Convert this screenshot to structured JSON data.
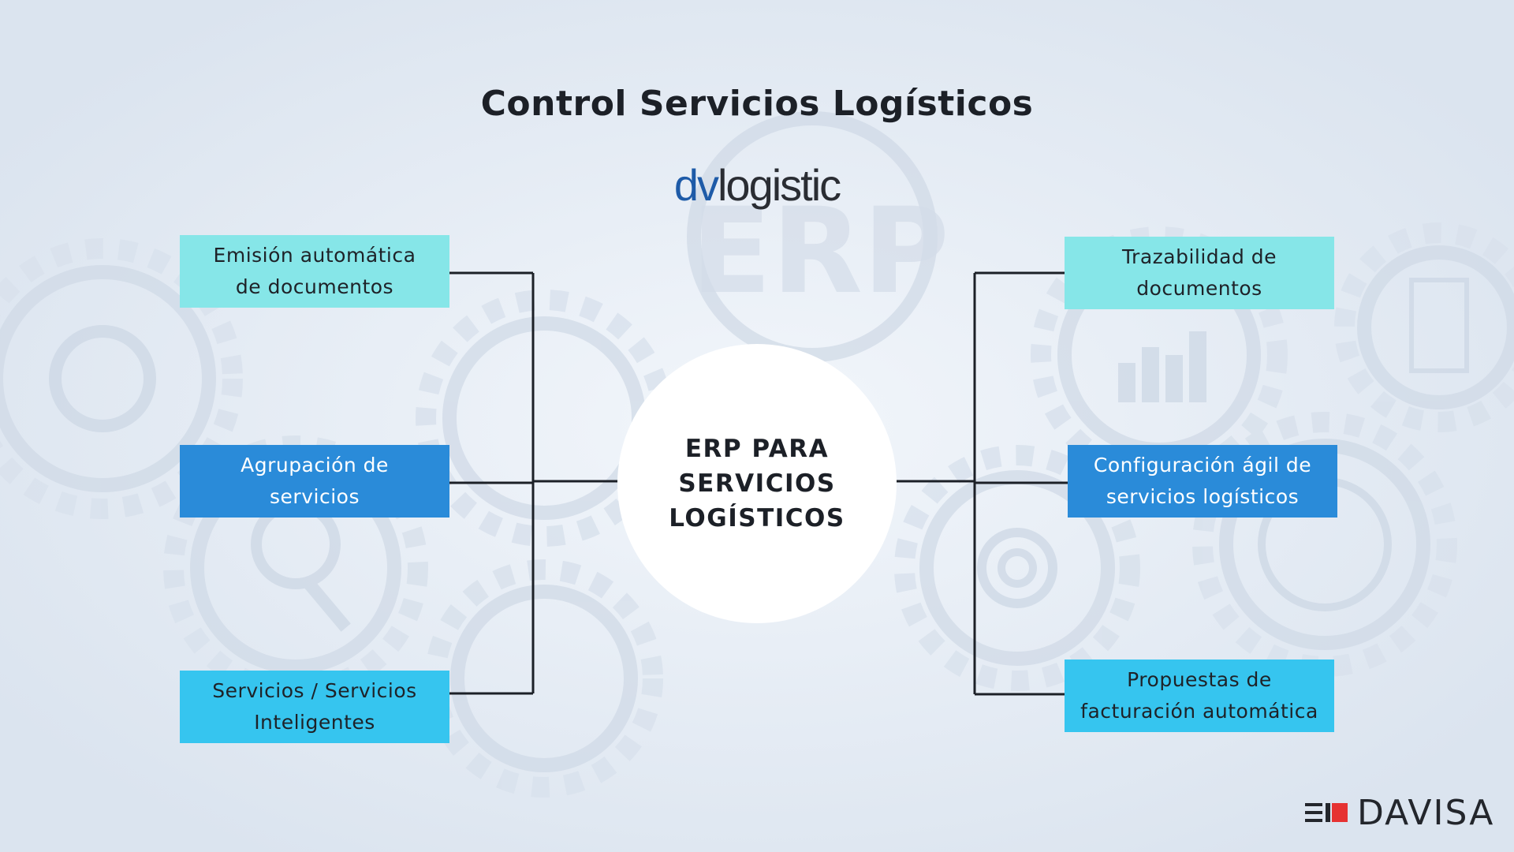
{
  "title": "Control Servicios Logísticos",
  "brand": {
    "dv": "dv",
    "logistic": "logistic"
  },
  "center": {
    "line1": "ERP PARA",
    "line2": "SERVICIOS",
    "line3": "LOGÍSTICOS"
  },
  "left_nodes": [
    {
      "line1": "Emisión automática",
      "line2": "de documentos",
      "color": "#86e6e8"
    },
    {
      "line1": "Agrupación de",
      "line2": "servicios",
      "color": "#2a8bd9"
    },
    {
      "line1": "Servicios / Servicios",
      "line2": "Inteligentes",
      "color": "#36c5ef"
    }
  ],
  "right_nodes": [
    {
      "line1": "Trazabilidad de",
      "line2": "documentos",
      "color": "#86e6e8"
    },
    {
      "line1": "Configuración ágil de",
      "line2": "servicios logísticos",
      "color": "#2a8bd9"
    },
    {
      "line1": "Propuestas de",
      "line2": "facturación automática",
      "color": "#36c5ef"
    }
  ],
  "footer_logo": {
    "text": "DAVISA",
    "accent": "#e63232"
  },
  "background": {
    "watermark": "ERP"
  }
}
